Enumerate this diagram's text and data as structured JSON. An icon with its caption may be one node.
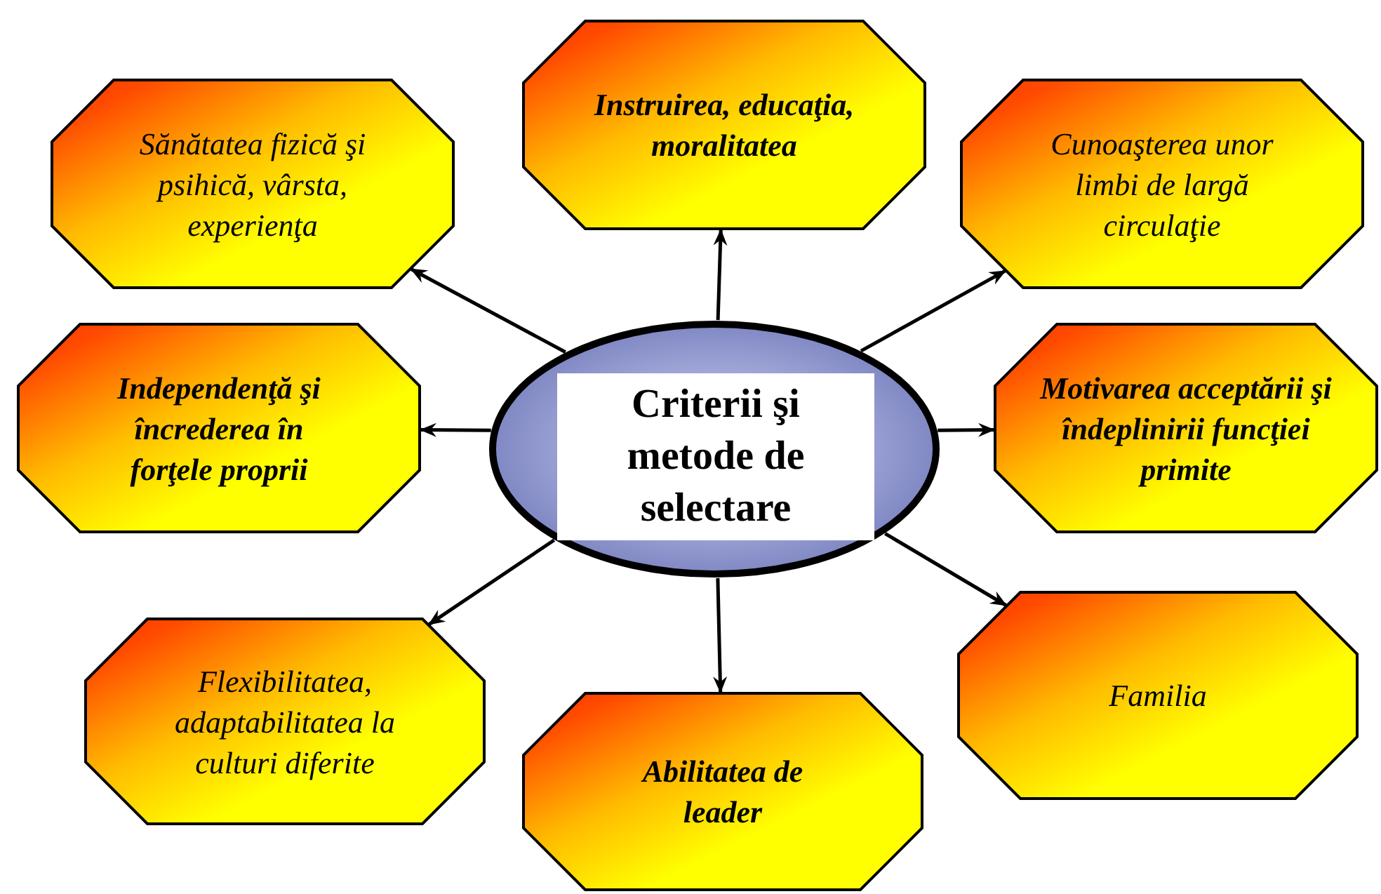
{
  "diagram": {
    "nodes": [
      {
        "text": [
          "Criterii şi metode de selectare"
        ]
      },
      {
        "text": [
          "Sănătatea fizică şi psihică, vârsta, experienţa"
        ]
      },
      {
        "text": [
          "Instruirea, educaţia, moralitatea"
        ]
      },
      {
        "text": [
          "Cunoaşterea unor limbi de largă circulaţie"
        ]
      },
      {
        "text": [
          "Independenţă şi încrederea în forţele proprii"
        ]
      },
      {
        "text": [
          "Motivarea acceptării şi îndeplinirii funcţiei primite"
        ]
      },
      {
        "text": [
          "Flexibilitatea, adaptabilitatea la culturi diferite"
        ]
      },
      {
        "text": [
          "Abilitatea de leader"
        ]
      },
      {
        "text": [
          "Familia"
        ]
      }
    ],
    "edges": [
      {
        "from": 0,
        "to": 1,
        "arrow": "to"
      },
      {
        "from": 0,
        "to": 2,
        "arrow": "to"
      },
      {
        "from": 0,
        "to": 3,
        "arrow": "to"
      },
      {
        "from": 0,
        "to": 4,
        "arrow": "to"
      },
      {
        "from": 0,
        "to": 5,
        "arrow": "to"
      },
      {
        "from": 0,
        "to": 6,
        "arrow": "to"
      },
      {
        "from": 0,
        "to": 7,
        "arrow": "to"
      },
      {
        "from": 0,
        "to": 8,
        "arrow": "to"
      }
    ]
  }
}
